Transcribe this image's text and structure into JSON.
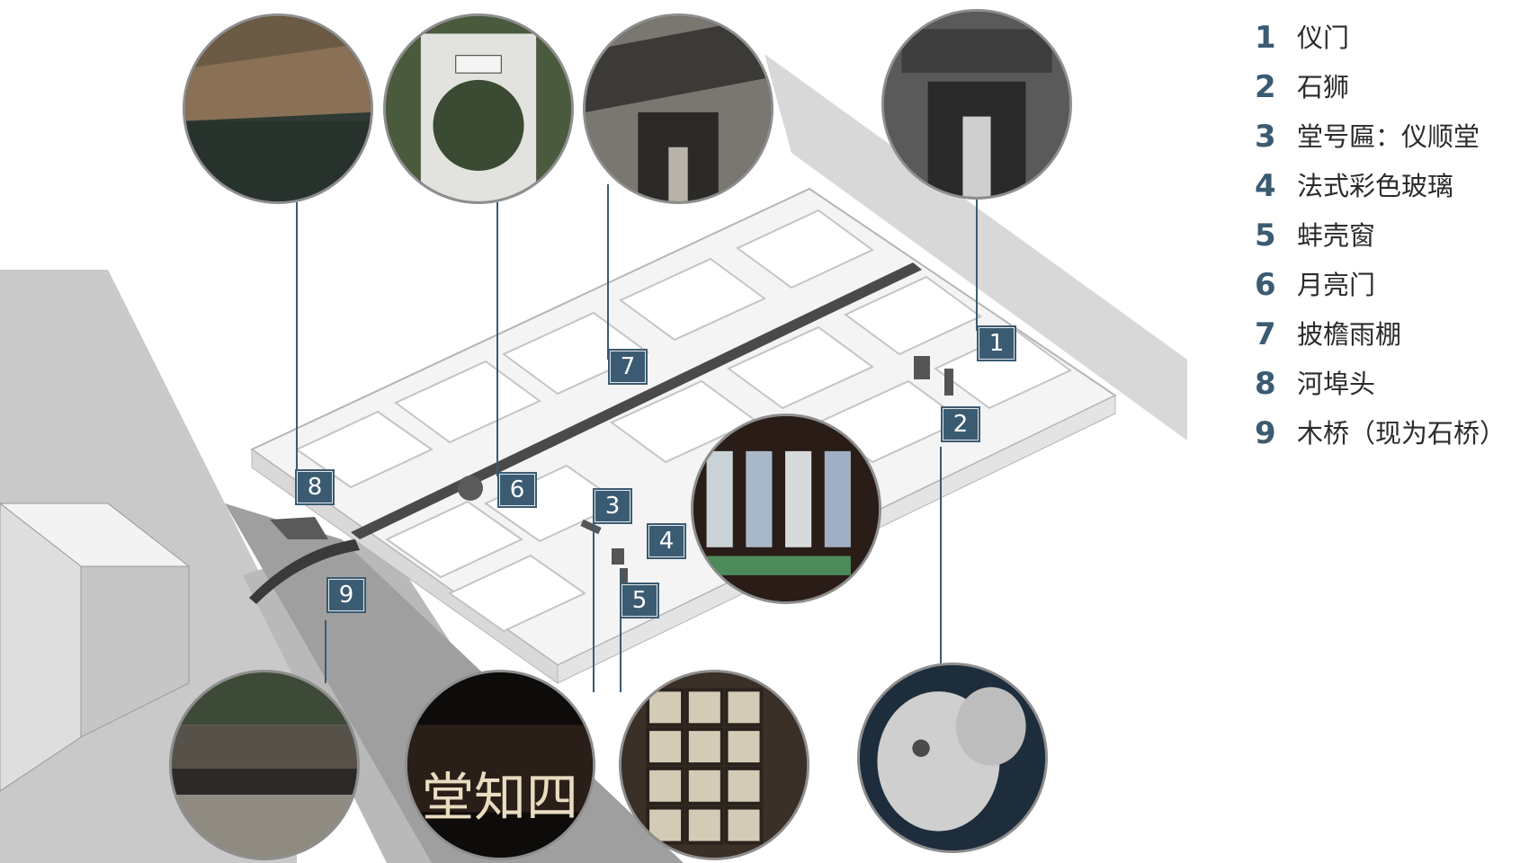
{
  "legend": [
    {
      "num": "1",
      "label": "仪门"
    },
    {
      "num": "2",
      "label": "石狮"
    },
    {
      "num": "3",
      "label": "堂号匾：仪顺堂"
    },
    {
      "num": "4",
      "label": "法式彩色玻璃"
    },
    {
      "num": "5",
      "label": "蚌壳窗"
    },
    {
      "num": "6",
      "label": "月亮门"
    },
    {
      "num": "7",
      "label": "披檐雨棚"
    },
    {
      "num": "8",
      "label": "河埠头"
    },
    {
      "num": "9",
      "label": "木桥（现为石桥）"
    }
  ],
  "markers": [
    "8",
    "7",
    "6",
    "1",
    "2",
    "3",
    "4",
    "5",
    "9"
  ],
  "plaque": {
    "text": "堂知四"
  },
  "colors": {
    "accent": "#3b5b72",
    "leader": "#3b5b72",
    "photo_border": "#8e8e8e"
  }
}
